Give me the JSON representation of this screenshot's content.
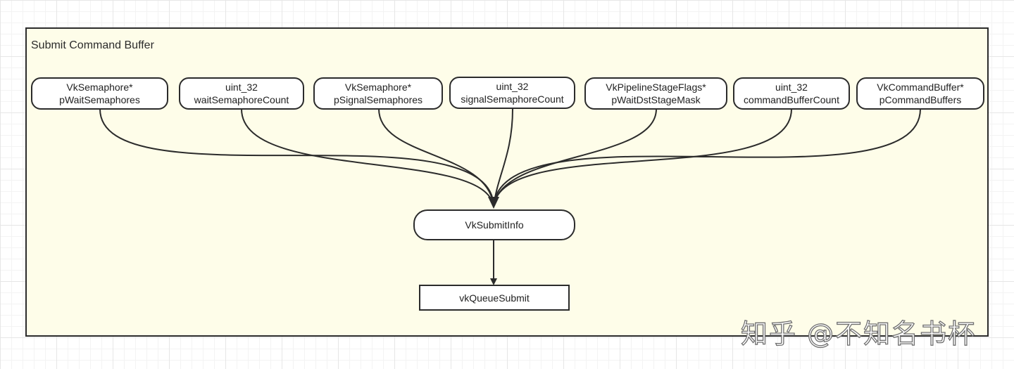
{
  "container": {
    "title": "Submit Command Buffer",
    "background": "#fefde9"
  },
  "fields": [
    {
      "type": "VkSemaphore*",
      "name": "pWaitSemaphores"
    },
    {
      "type": "uint_32",
      "name": "waitSemaphoreCount"
    },
    {
      "type": "VkSemaphore*",
      "name": "pSignalSemaphores"
    },
    {
      "type": "uint_32",
      "name": "signalSemaphoreCount"
    },
    {
      "type": "VkPipelineStageFlags*",
      "name": "pWaitDstStageMask"
    },
    {
      "type": "uint_32",
      "name": "commandBufferCount"
    },
    {
      "type": "VkCommandBuffer*",
      "name": "pCommandBuffers"
    }
  ],
  "info_node": "VkSubmitInfo",
  "submit_node": "vkQueueSubmit",
  "watermark": "知乎 @不知名书杯"
}
